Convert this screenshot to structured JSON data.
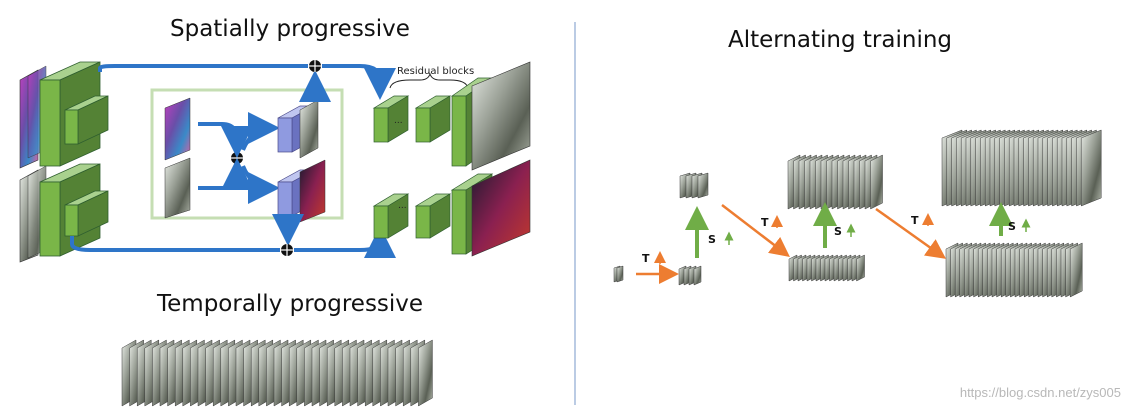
{
  "titles": {
    "spatial": "Spatially progressive",
    "temporal": "Temporally progressive",
    "alternating": "Alternating training"
  },
  "labels": {
    "residual_blocks": "Residual blocks",
    "dots": "...",
    "t": "T",
    "s": "S"
  },
  "watermark": "https://blog.csdn.net/zys005",
  "colors": {
    "green_block": "#7ab648",
    "blue_arrow": "#2e75c8",
    "purple_block": "#8f9ae0",
    "orange_arrow": "#ed7d31",
    "green_arrow": "#70ad47",
    "divider": "#8ea9d2",
    "frame_box": "#c5deb3"
  }
}
